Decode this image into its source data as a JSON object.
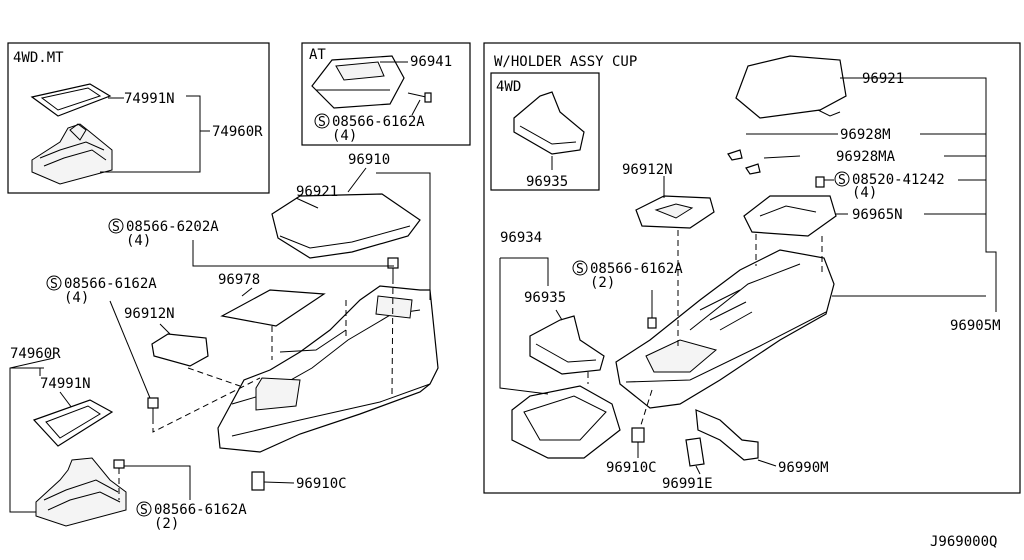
{
  "boxes": {
    "mt": "4WD.MT",
    "at": "AT",
    "cup": "W/HOLDER ASSY CUP",
    "cup_4wd": "4WD"
  },
  "labels": {
    "p74991N_top": "74991N",
    "p74960R_top": "74960R",
    "p96941": "96941",
    "p08566_6162A_at": "08566-6162A",
    "p08566_6162A_at_qty": "(4)",
    "p96910": "96910",
    "p96921_left": "96921",
    "p08566_6202A": "08566-6202A",
    "p08566_6202A_qty": "(4)",
    "p96978": "96978",
    "p08566_6162A_left": "08566-6162A",
    "p08566_6162A_left_qty": "(4)",
    "p96912N_left": "96912N",
    "p74960R_bottom": "74960R",
    "p74991N_bottom": "74991N",
    "p96910C_left": "96910C",
    "p08566_6162A_bottom": "08566-6162A",
    "p08566_6162A_bottom_qty": "(2)",
    "p96935_top": "96935",
    "p96921_right": "96921",
    "p96928M": "96928M",
    "p96928MA": "96928MA",
    "p08520_41242": "08520-41242",
    "p08520_41242_qty": "(4)",
    "p96912N_right": "96912N",
    "p96965N": "96965N",
    "p96934": "96934",
    "p08566_6162A_right": "08566-6162A",
    "p08566_6162A_right_qty": "(2)",
    "p96935_bottom": "96935",
    "p96905M": "96905M",
    "p96910C_right": "96910C",
    "p96991E": "96991E",
    "p96990M": "96990M",
    "drawing_code": "J969000Q"
  },
  "symbols": {
    "screw_mark": "S"
  }
}
